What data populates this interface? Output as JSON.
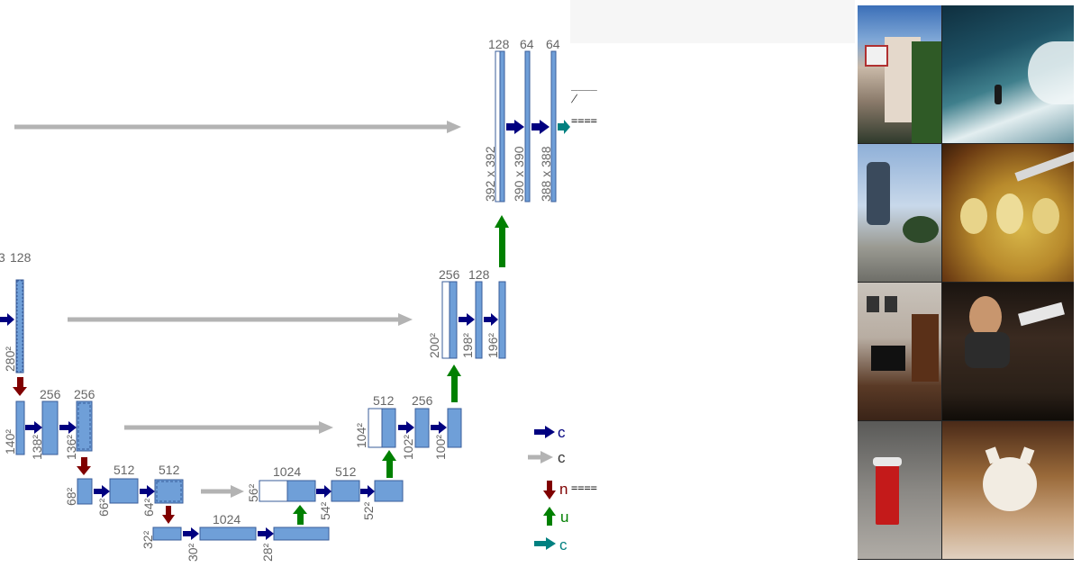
{
  "diagram": {
    "channel_labels": [
      "128",
      "64",
      "64",
      "3",
      "128",
      "256",
      "256",
      "512",
      "512",
      "1024",
      "1024",
      "512",
      "512",
      "256",
      "256",
      "128"
    ],
    "size_labels": [
      "392 x 392",
      "390 x 390",
      "388 x 388",
      "280²",
      "140²",
      "138²",
      "136²",
      "68²",
      "66²",
      "64²",
      "32²",
      "30²",
      "28²",
      "56²",
      "54²",
      "52²",
      "104²",
      "102²",
      "100²",
      "200²",
      "198²",
      "196²"
    ],
    "legend": [
      {
        "arrow": "dark-blue-arrow",
        "text": "c",
        "color": "#00007f"
      },
      {
        "arrow": "gray-arrow",
        "text": "c",
        "color": "#333333"
      },
      {
        "arrow": "red-down-arrow",
        "text": "n",
        "color": "#7f0000"
      },
      {
        "arrow": "green-up-arrow",
        "text": "u",
        "color": "#007f00"
      },
      {
        "arrow": "teal-arrow",
        "text": "c",
        "color": "#007f7f"
      }
    ],
    "colors": {
      "block": "#6f9fd8",
      "block_border": "#3a5c9a",
      "conv_arrow": "#000080",
      "copy_arrow": "#b3b3b3",
      "pool_arrow": "#800000",
      "up_arrow": "#008000",
      "final_arrow": "#008080"
    }
  },
  "code_fragments": {
    "line1": "____",
    "line2": "̸",
    "line3": "====",
    "line4": "===="
  },
  "photos": [
    {
      "subject": "street-building-photo"
    },
    {
      "subject": "surfer-wave-photo"
    },
    {
      "subject": "skateboarder-photo"
    },
    {
      "subject": "potatoes-knife-photo"
    },
    {
      "subject": "living-room-photo"
    },
    {
      "subject": "woman-wine-photo"
    },
    {
      "subject": "fire-hydrant-photo"
    },
    {
      "subject": "kitten-photo"
    }
  ]
}
